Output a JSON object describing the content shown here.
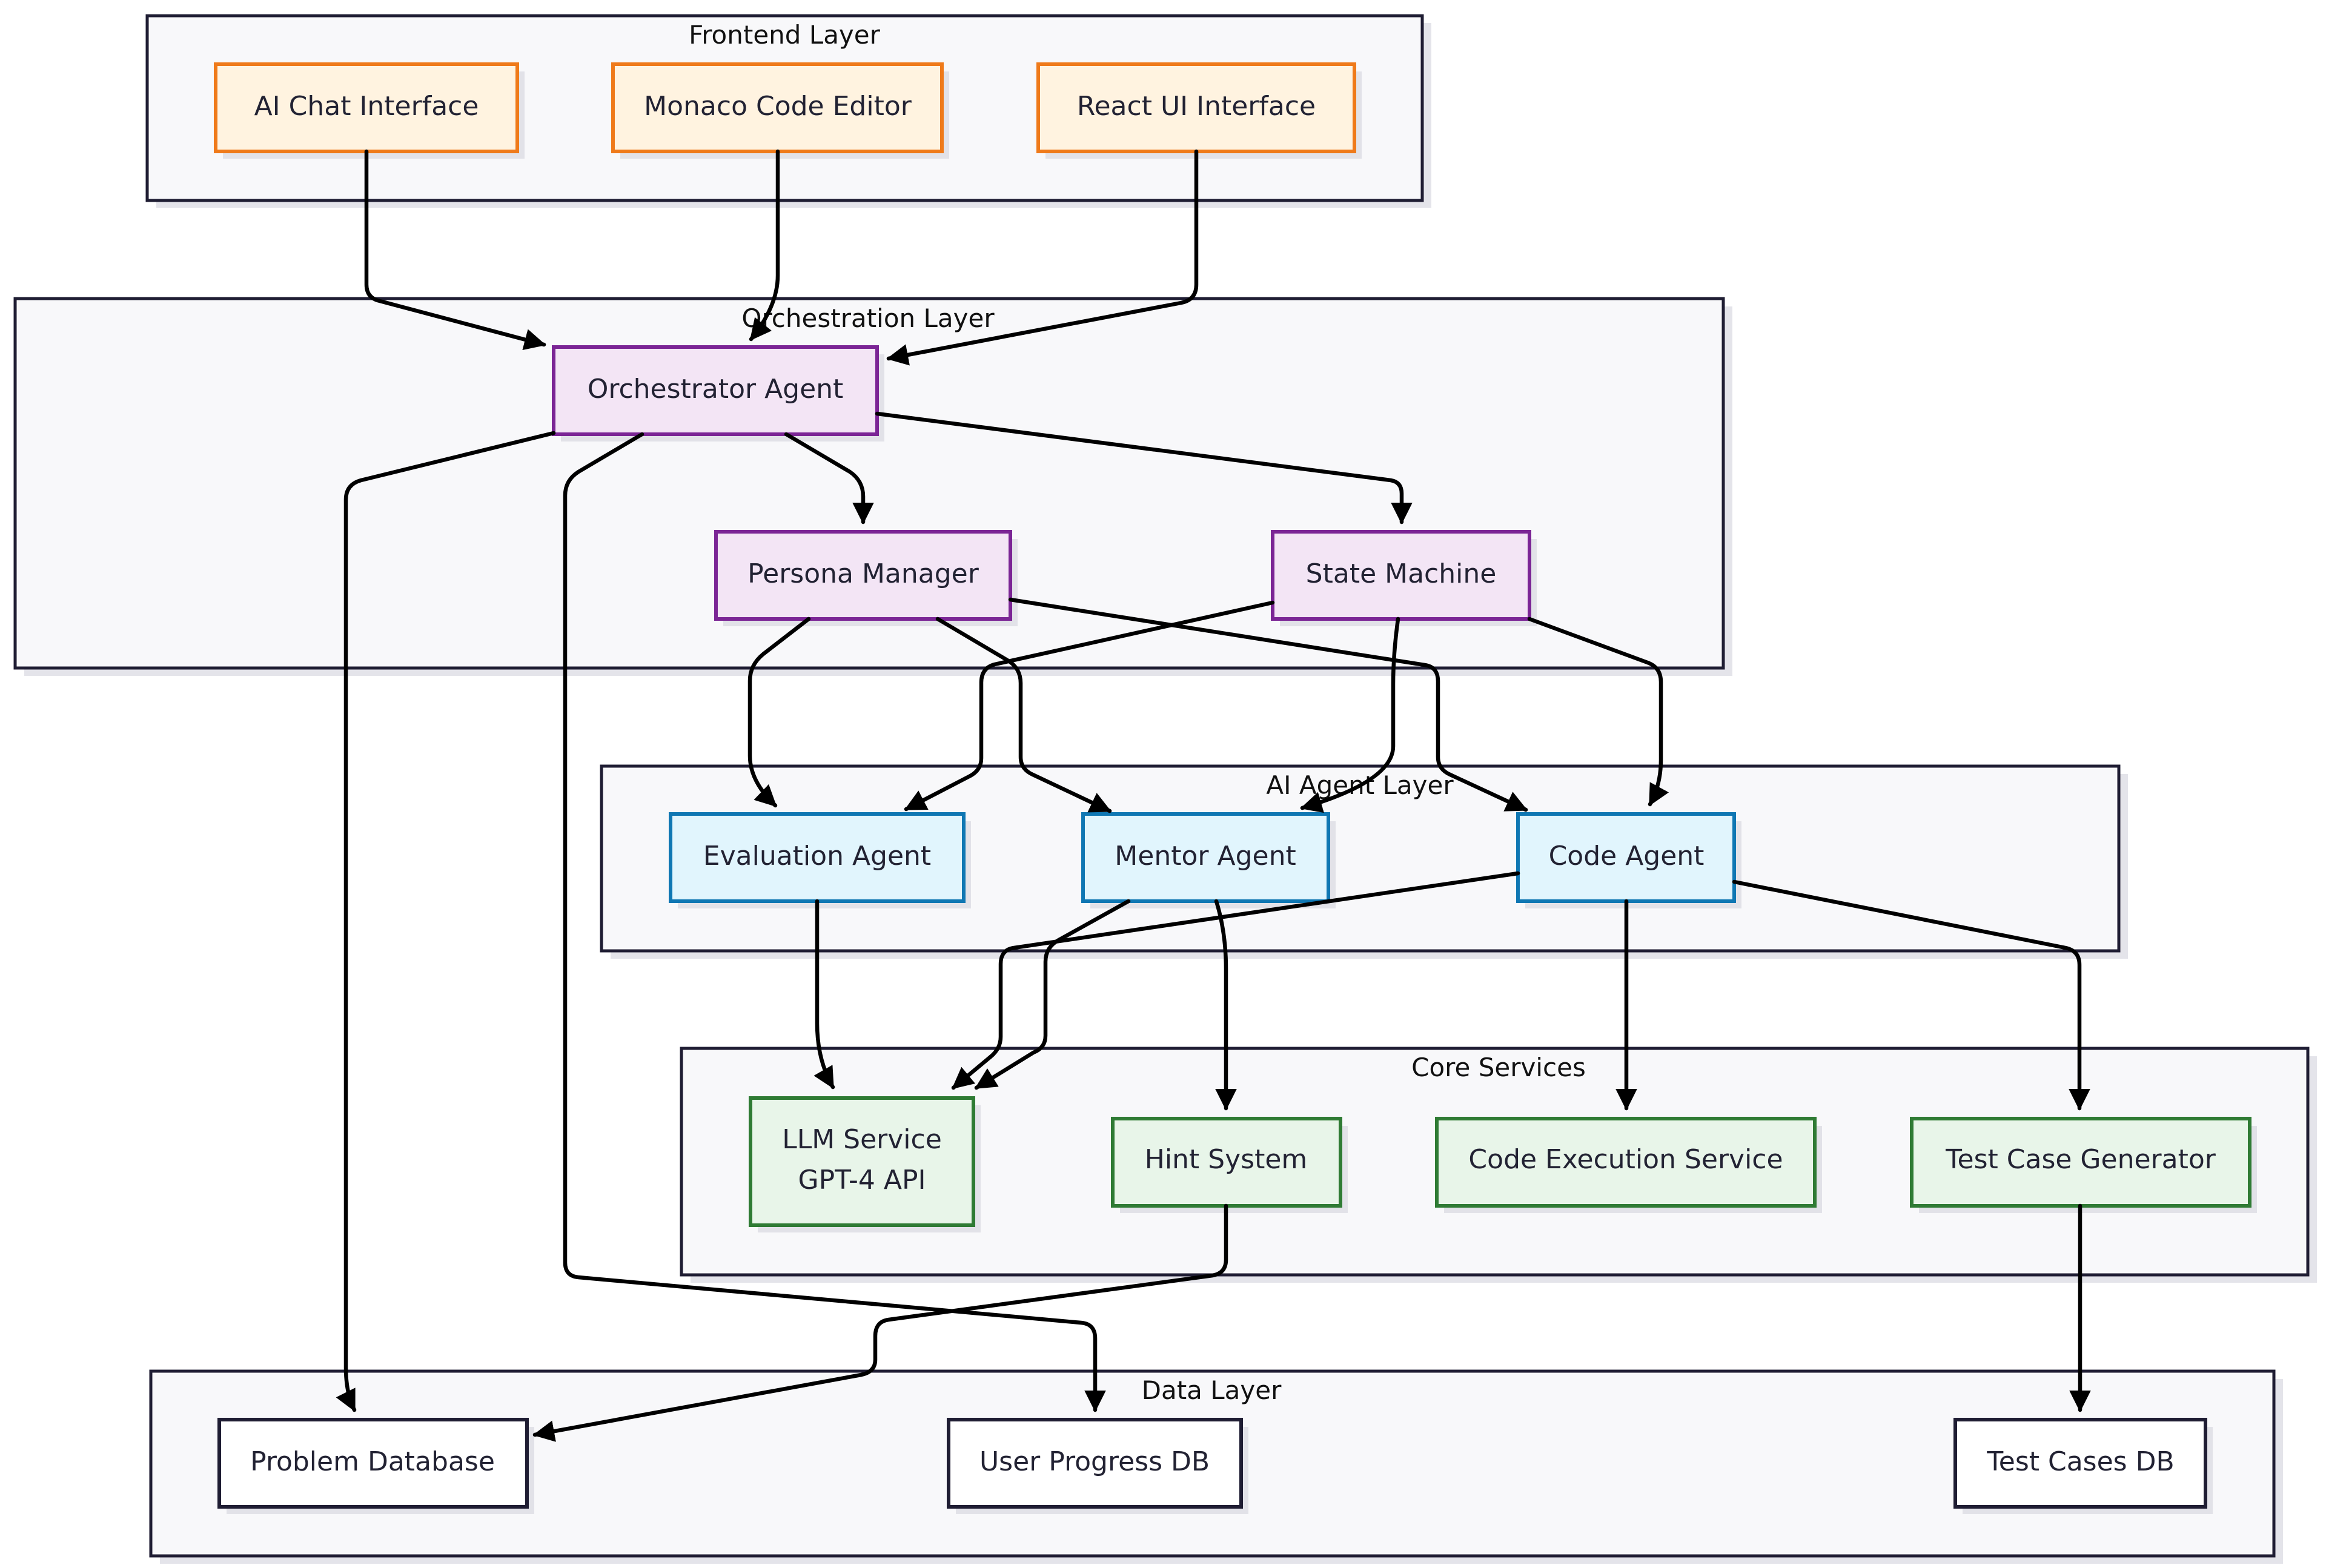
{
  "colors": {
    "frontend": {
      "fill": "#fff3e0",
      "stroke": "#ef7a1a"
    },
    "orchestration": {
      "fill": "#f3e5f5",
      "stroke": "#7b2595"
    },
    "agent": {
      "fill": "#e1f5fd",
      "stroke": "#0f77b3"
    },
    "service": {
      "fill": "#e8f5e9",
      "stroke": "#2f7b34"
    },
    "data": {
      "fill": "#ffffff",
      "stroke": "#1f1d33"
    }
  },
  "clusters": {
    "frontend": "Frontend Layer",
    "orchestration": "Orchestration Layer",
    "agents": "AI Agent Layer",
    "services": "Core Services",
    "data": "Data Layer"
  },
  "nodes": {
    "chat": "AI Chat Interface",
    "monaco": "Monaco Code Editor",
    "react": "React UI Interface",
    "orchestrator": "Orchestrator Agent",
    "persona": "Persona Manager",
    "state": "State Machine",
    "evaluation": "Evaluation Agent",
    "mentor": "Mentor Agent",
    "code": "Code Agent",
    "llm_line1": "LLM Service",
    "llm_line2": "GPT-4 API",
    "hint": "Hint System",
    "exec": "Code Execution Service",
    "testgen": "Test Case Generator",
    "problemdb": "Problem Database",
    "progressdb": "User Progress DB",
    "testcasesdb": "Test Cases DB"
  }
}
